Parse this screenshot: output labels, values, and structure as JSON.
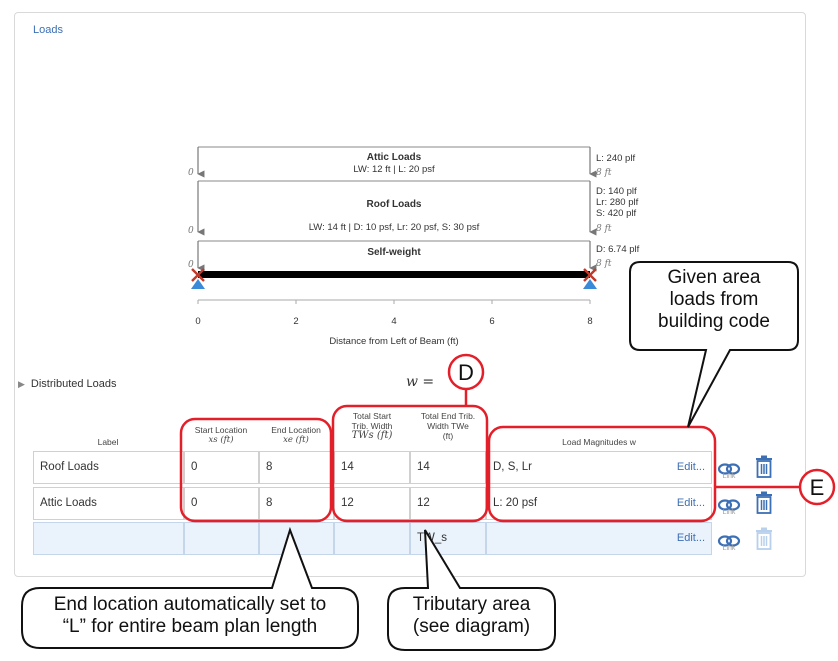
{
  "section_title": "Loads",
  "diagram": {
    "attic": {
      "name": "Attic Loads",
      "sub": "LW: 12 ft | L: 20 psf",
      "right_vals": [
        "L: 240 plf"
      ],
      "right_len": "8 ft",
      "left_val": "0"
    },
    "roof": {
      "name": "Roof Loads",
      "sub": "LW: 14 ft | D: 10 psf, Lr: 20 psf, S: 30 psf",
      "right_vals": [
        "D: 140 plf",
        "Lr: 280 plf",
        "S: 420 plf"
      ],
      "right_len": "8 ft",
      "left_val": "0"
    },
    "self": {
      "name": "Self-weight",
      "right_vals": [
        "D: 6.74 plf"
      ],
      "right_len": "8 ft",
      "left_val": "0"
    },
    "ticks": [
      "0",
      "2",
      "4",
      "6",
      "8"
    ],
    "axis_label": "Distance from Left of Beam (ft)"
  },
  "distributed": {
    "title": "Distributed Loads",
    "w_eq": "w =",
    "headers": {
      "label": "Label",
      "start_loc": "Start Location",
      "start_sym": "xs (ft)",
      "end_loc": "End Location",
      "end_sym": "xe (ft)",
      "start_trib_1": "Total Start",
      "start_trib_2": "Trib. Width",
      "start_trib_sym": "TWs (ft)",
      "end_trib_1": "Total End Trib.",
      "end_trib_2": "Width TWe",
      "end_trib_3": "(ft)",
      "magnitudes": "Load Magnitudes w"
    },
    "rows": [
      {
        "label": "Roof Loads",
        "start": "0",
        "end": "8",
        "tw_start": "14",
        "tw_end": "14",
        "magnitudes": "D, S, Lr",
        "edit": "Edit...",
        "link": "Link"
      },
      {
        "label": "Attic Loads",
        "start": "0",
        "end": "8",
        "tw_start": "12",
        "tw_end": "12",
        "magnitudes": "L: 20 psf",
        "edit": "Edit...",
        "link": "Link"
      },
      {
        "label": "",
        "start": "",
        "end": "",
        "tw_start": "",
        "tw_end": "TW_s",
        "magnitudes": "",
        "edit": "Edit...",
        "link": "Link"
      }
    ]
  },
  "callouts": {
    "D": "D",
    "E": "E",
    "area_loads": [
      "Given area",
      "loads from",
      "building code"
    ],
    "end_location": [
      "End location automatically set to",
      "“L” for entire beam plan length"
    ],
    "tributary": [
      "Tributary area",
      "(see diagram)"
    ]
  },
  "colors": {
    "callout_red": "#e3202a",
    "link_blue": "#3d6fb5",
    "support_blue": "#3b8ad9",
    "support_red": "#c0392b"
  }
}
